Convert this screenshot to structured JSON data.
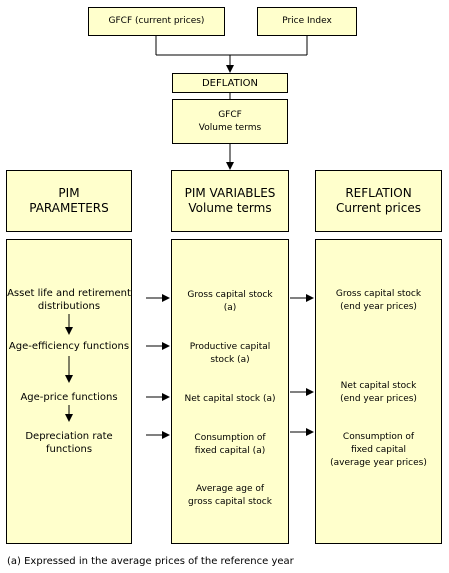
{
  "top": {
    "gfcf_current": "GFCF (current prices)",
    "price_index": "Price Index"
  },
  "deflation": "DEFLATION",
  "gfcf_volume": [
    "GFCF",
    "Volume terms"
  ],
  "headers": {
    "pim_parameters": [
      "PIM",
      "PARAMETERS"
    ],
    "pim_variables": [
      "PIM VARIABLES",
      "Volume terms"
    ],
    "reflation": [
      "REFLATION",
      "Current prices"
    ]
  },
  "pim_parameters": [
    [
      "Asset life and retirement",
      "distributions"
    ],
    [
      "Age-efficiency functions"
    ],
    [
      "Age-price functions"
    ],
    [
      "Depreciation rate",
      "functions"
    ]
  ],
  "pim_variables": [
    [
      "Gross capital stock",
      "(a)"
    ],
    [
      "Productive capital",
      "stock (a)"
    ],
    [
      "Net capital stock (a)"
    ],
    [
      "Consumption of",
      "fixed capital (a)"
    ],
    [
      "Average age of",
      "gross capital stock"
    ]
  ],
  "reflation": [
    [
      "Gross capital stock",
      "(end year prices)"
    ],
    [
      "Net capital stock",
      "(end year prices)"
    ],
    [
      "Consumption of",
      "fixed capital",
      "(average year prices)"
    ]
  ],
  "footnote": "(a) Expressed in the average prices of the reference year"
}
